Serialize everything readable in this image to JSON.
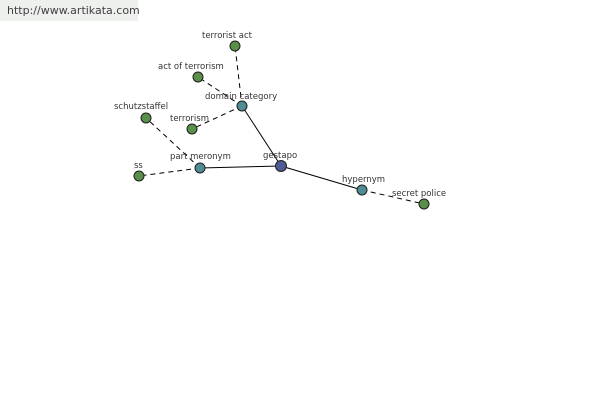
{
  "header": {
    "link_text": "http://www.artikata.com"
  },
  "colors": {
    "leaf_node": "#5a8f4a",
    "relation_node": "#4f8d96",
    "root_node": "#4f5b95",
    "edge": "#000000",
    "node_stroke": "#1e1e1e"
  },
  "graph": {
    "nodes": [
      {
        "id": "gestapo",
        "label": "gestapo",
        "kind": "root"
      },
      {
        "id": "domain-category",
        "label": "domain category",
        "kind": "relation"
      },
      {
        "id": "part-meronym",
        "label": "part meronym",
        "kind": "relation"
      },
      {
        "id": "hypernym",
        "label": "hypernym",
        "kind": "relation"
      },
      {
        "id": "terrorist-act",
        "label": "terrorist act",
        "kind": "leaf"
      },
      {
        "id": "act-of-terrorism",
        "label": "act of terrorism",
        "kind": "leaf"
      },
      {
        "id": "terrorism",
        "label": "terrorism",
        "kind": "leaf"
      },
      {
        "id": "schutzstaffel",
        "label": "schutzstaffel",
        "kind": "leaf"
      },
      {
        "id": "ss",
        "label": "ss",
        "kind": "leaf"
      },
      {
        "id": "secret-police",
        "label": "secret police",
        "kind": "leaf"
      }
    ],
    "edges": [
      {
        "from": "gestapo",
        "to": "domain-category",
        "style": "solid"
      },
      {
        "from": "gestapo",
        "to": "part-meronym",
        "style": "solid"
      },
      {
        "from": "gestapo",
        "to": "hypernym",
        "style": "solid"
      },
      {
        "from": "domain-category",
        "to": "terrorist-act",
        "style": "dashed"
      },
      {
        "from": "domain-category",
        "to": "act-of-terrorism",
        "style": "dashed"
      },
      {
        "from": "domain-category",
        "to": "terrorism",
        "style": "dashed"
      },
      {
        "from": "part-meronym",
        "to": "schutzstaffel",
        "style": "dashed"
      },
      {
        "from": "part-meronym",
        "to": "ss",
        "style": "dashed"
      },
      {
        "from": "hypernym",
        "to": "secret-police",
        "style": "dashed"
      }
    ]
  }
}
